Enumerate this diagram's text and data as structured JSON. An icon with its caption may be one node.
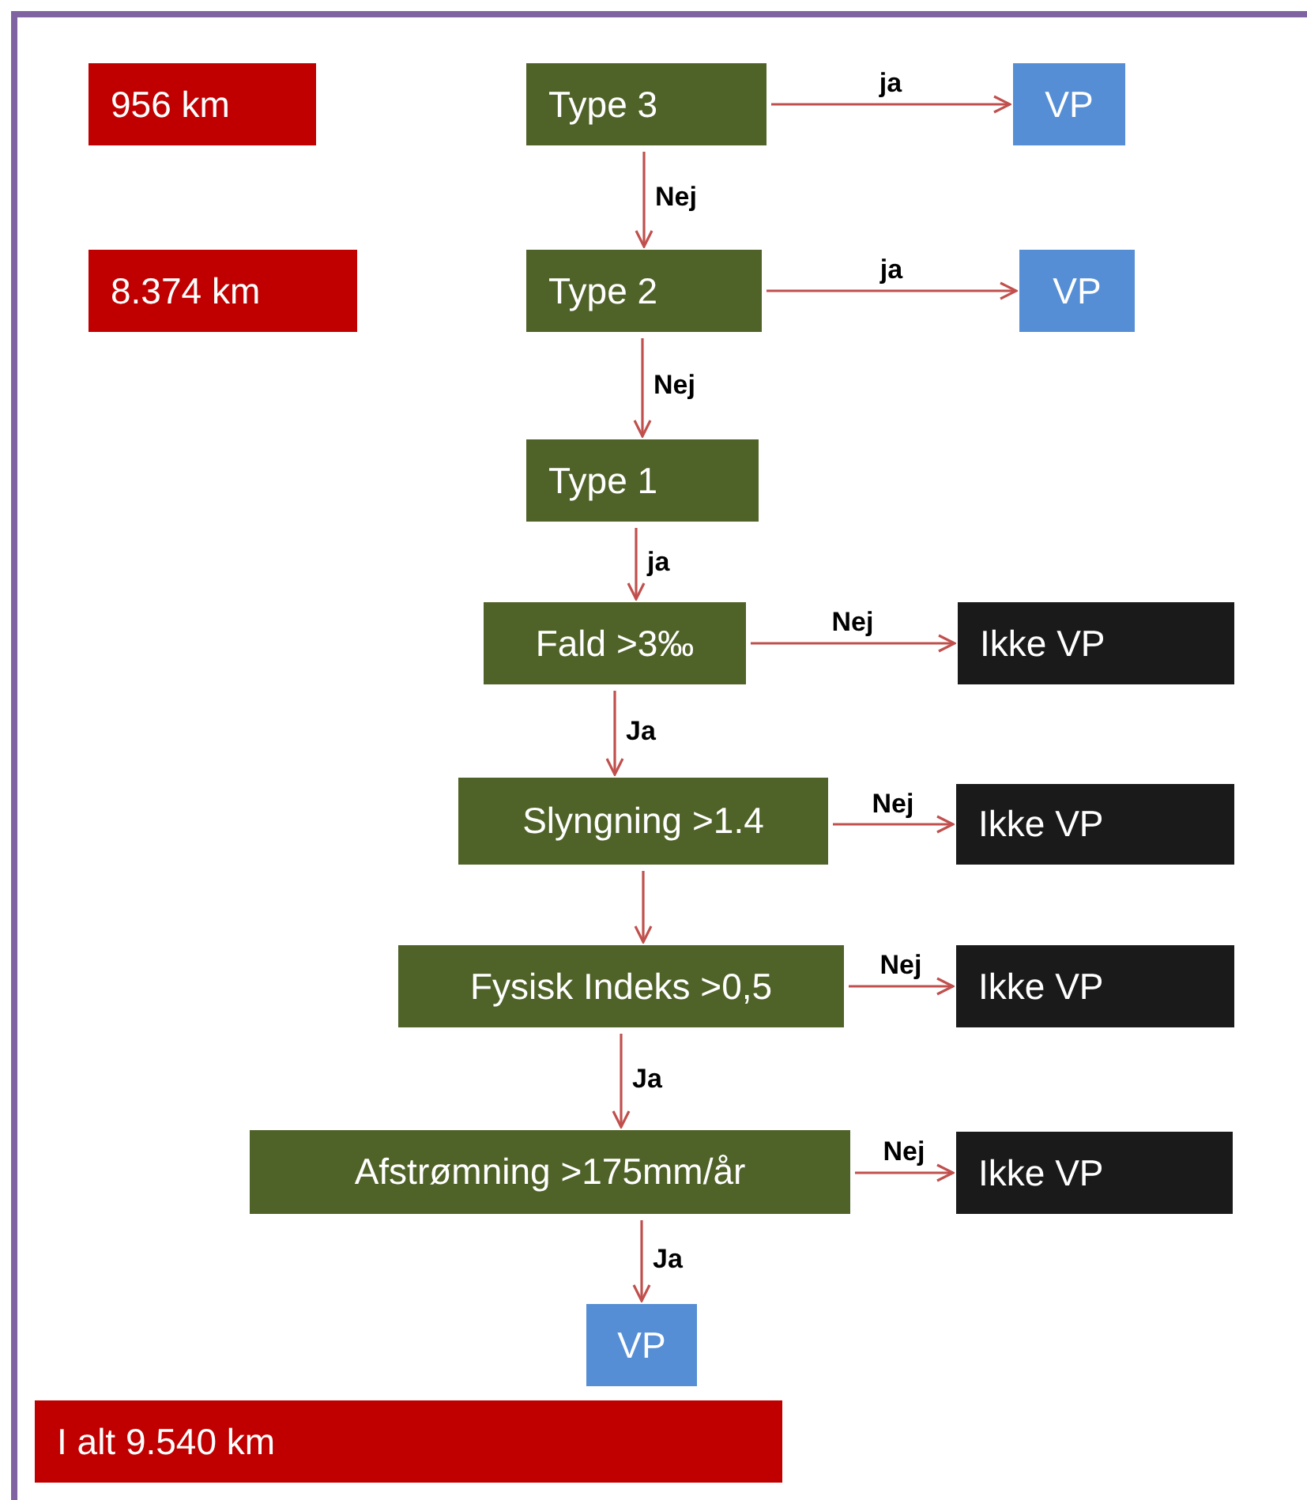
{
  "diagram": {
    "nodes": [
      {
        "text": [
          "956 km"
        ]
      },
      {
        "text": [
          "Type 3"
        ]
      },
      {
        "text": [
          "VP"
        ]
      },
      {
        "text": [
          "8.374 km"
        ]
      },
      {
        "text": [
          "Type 2"
        ]
      },
      {
        "text": [
          "VP"
        ]
      },
      {
        "text": [
          "Type 1"
        ]
      },
      {
        "text": [
          "Fald >3‰"
        ]
      },
      {
        "text": [
          "Ikke VP"
        ]
      },
      {
        "text": [
          "Slyngning >1.4"
        ]
      },
      {
        "text": [
          "Ikke VP"
        ]
      },
      {
        "text": [
          "Fysisk Indeks >0,5"
        ]
      },
      {
        "text": [
          "Ikke VP"
        ]
      },
      {
        "text": [
          "Afstrømning >175mm/år"
        ]
      },
      {
        "text": [
          "Ikke VP"
        ]
      },
      {
        "text": [
          "VP"
        ]
      },
      {
        "text": [
          "I alt 9.540 km"
        ]
      }
    ],
    "edges": [
      {
        "from": 1,
        "to": 2,
        "arrow": "to",
        "label": "ja"
      },
      {
        "from": 1,
        "to": 4,
        "arrow": "to",
        "label": "Nej"
      },
      {
        "from": 4,
        "to": 5,
        "arrow": "to",
        "label": "ja"
      },
      {
        "from": 4,
        "to": 6,
        "arrow": "to",
        "label": "Nej"
      },
      {
        "from": 6,
        "to": 7,
        "arrow": "to",
        "label": "ja"
      },
      {
        "from": 7,
        "to": 8,
        "arrow": "to",
        "label": "Nej"
      },
      {
        "from": 7,
        "to": 9,
        "arrow": "to",
        "label": "Ja"
      },
      {
        "from": 9,
        "to": 10,
        "arrow": "to",
        "label": "Nej"
      },
      {
        "from": 9,
        "to": 11,
        "arrow": "to"
      },
      {
        "from": 11,
        "to": 12,
        "arrow": "to",
        "label": "Nej"
      },
      {
        "from": 11,
        "to": 13,
        "arrow": "to",
        "label": "Ja"
      },
      {
        "from": 13,
        "to": 14,
        "arrow": "to",
        "label": "Nej"
      },
      {
        "from": 13,
        "to": 15,
        "arrow": "to",
        "label": "Ja"
      }
    ]
  }
}
